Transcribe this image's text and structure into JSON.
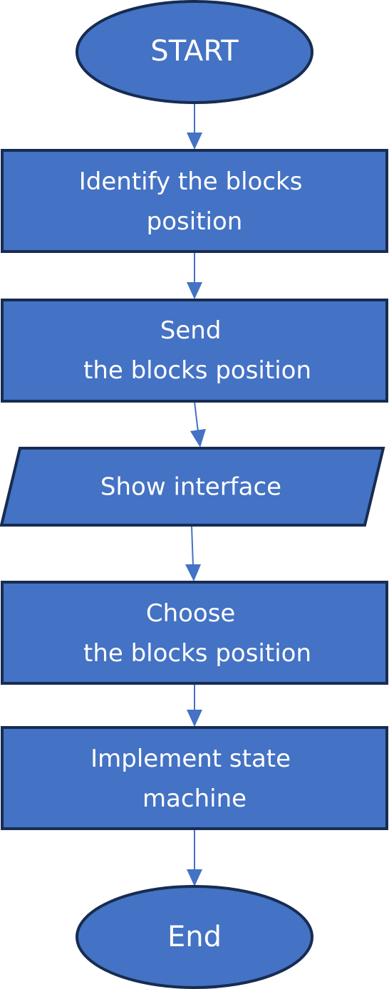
{
  "flowchart": {
    "start": {
      "label": "START"
    },
    "step_identify": {
      "line1": "Identify the blocks",
      "line2": "position"
    },
    "step_send": {
      "line1": "Send",
      "line2": "the blocks position"
    },
    "io_show": {
      "label": "Show interface"
    },
    "step_choose": {
      "line1": "Choose",
      "line2": "the blocks position"
    },
    "step_implement": {
      "line1": "Implement state",
      "line2": "machine"
    },
    "end": {
      "label": "End"
    }
  },
  "colors": {
    "shape_fill": "#4472c4",
    "shape_border": "#172c51",
    "connector": "#4472c4",
    "text": "#ffffff"
  }
}
